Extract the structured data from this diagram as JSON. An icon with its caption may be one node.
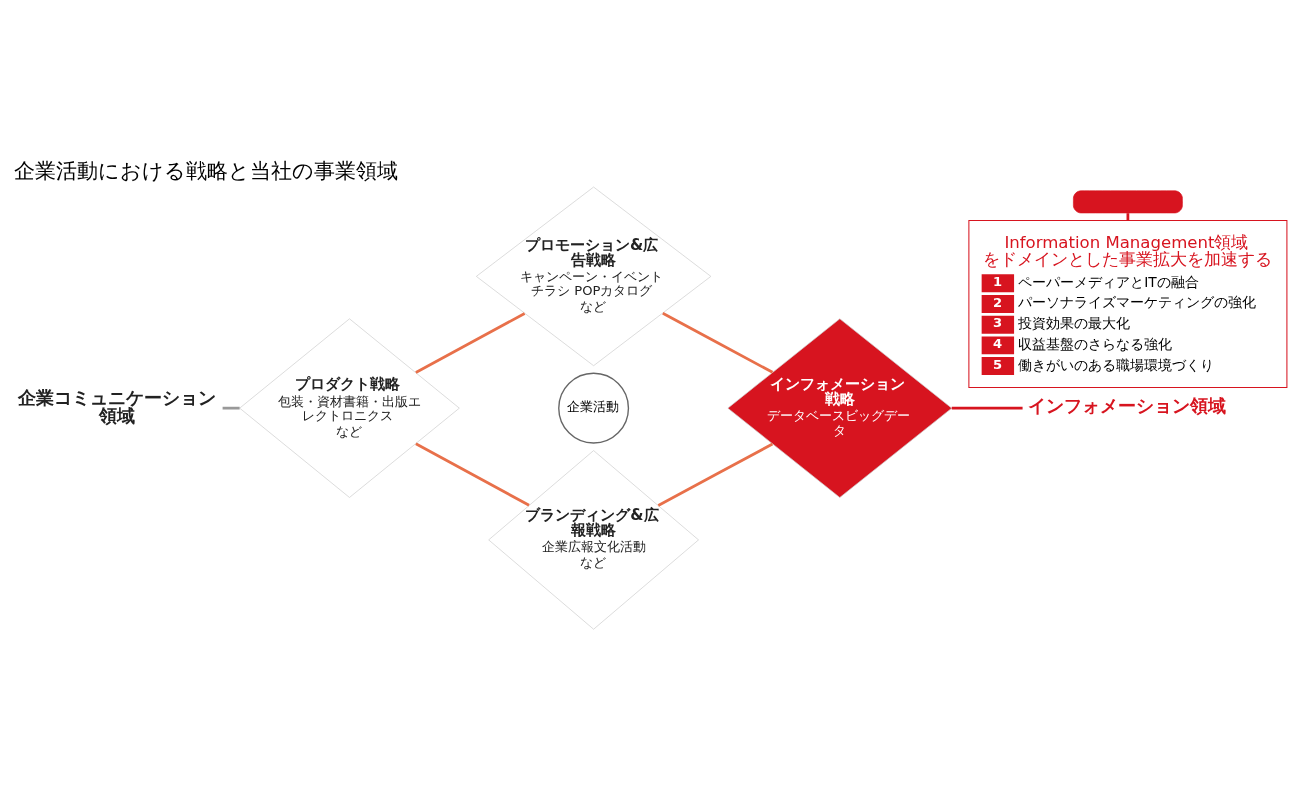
{
  "diagram": {
    "title": "企業活動における戦略と当社の事業領域",
    "nodes": [
      {
        "text": [
          "企業コミュニケーション領域"
        ]
      },
      {
        "text": [
          "プロダクト戦略",
          "包装・資材書籍・出版エレクトロニクス",
          "など"
        ]
      },
      {
        "text": [
          "プロモーション&広告戦略",
          "キャンペーン・イベントチラシ POPカタログ",
          "など"
        ]
      },
      {
        "text": [
          "企業活動"
        ]
      },
      {
        "text": [
          "インフォメーション戦略",
          "データベースビッグデータ"
        ]
      },
      {
        "text": [
          "ブランディング&広報戦略",
          "企業広報文化活動",
          "など"
        ]
      },
      {
        "text": [
          "インフォメーション領域"
        ]
      },
      {
        "text": [],
        "shape": "box"
      },
      {
        "text": [
          "Information Management領域をドメインとした事業拡大を加速する",
          "1",
          "ペーパーメディアとITの融合",
          "2",
          "パーソナライズマーケティングの強化",
          "3",
          "投資効果の最大化",
          "4",
          "収益基盤のさらなる強化",
          "5",
          "働きがいのある職場環境づくり"
        ]
      }
    ],
    "edges": [
      {
        "from": 0,
        "to": 1,
        "arrow": "none",
        "color": "#999999"
      },
      {
        "from": 1,
        "to": 2,
        "arrow": "none"
      },
      {
        "from": 2,
        "to": 4,
        "arrow": "none"
      },
      {
        "from": 1,
        "to": 5,
        "arrow": "none"
      },
      {
        "from": 5,
        "to": 4,
        "arrow": "none"
      },
      {
        "from": 4,
        "to": 6,
        "arrow": "none",
        "color": "#d7141f"
      },
      {
        "from": 7,
        "to": 8,
        "arrow": "none",
        "color": "#d7141f"
      }
    ]
  }
}
